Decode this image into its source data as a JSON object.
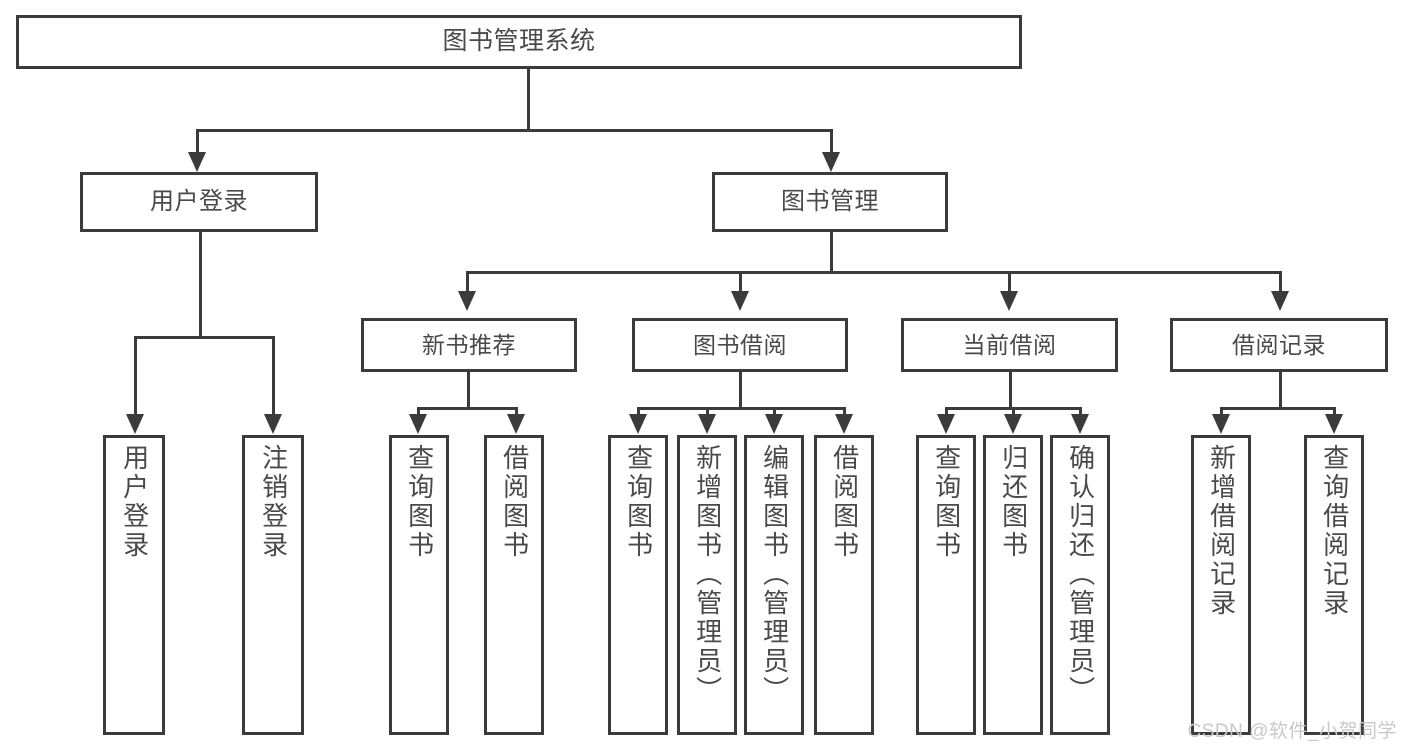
{
  "diagram": {
    "title": "图书管理系统",
    "type": "hierarchy-tree",
    "watermark": "CSDN @软件_小贺同学",
    "colors": {
      "border": "#3b3b3b",
      "fill": "#ffffff",
      "text": "#4a4a4a",
      "watermark": "#c9c9c9"
    },
    "root": {
      "label": "图书管理系统"
    },
    "level2": [
      {
        "label": "用户登录"
      },
      {
        "label": "图书管理"
      }
    ],
    "level3": [
      {
        "label": "新书推荐"
      },
      {
        "label": "图书借阅"
      },
      {
        "label": "当前借阅"
      },
      {
        "label": "借阅记录"
      }
    ],
    "leaves": {
      "user_login": [
        {
          "label": "用户登录"
        },
        {
          "label": "注销登录"
        }
      ],
      "new_book": [
        {
          "label": "查询图书"
        },
        {
          "label": "借阅图书"
        }
      ],
      "book_borrow": [
        {
          "label": "查询图书"
        },
        {
          "label": "新增图书（管理员）"
        },
        {
          "label": "编辑图书（管理员）"
        },
        {
          "label": "借阅图书"
        }
      ],
      "current_borrow": [
        {
          "label": "查询图书"
        },
        {
          "label": "归还图书"
        },
        {
          "label": "确认归还（管理员）"
        }
      ],
      "borrow_record": [
        {
          "label": "新增借阅记录"
        },
        {
          "label": "查询借阅记录"
        }
      ]
    }
  }
}
